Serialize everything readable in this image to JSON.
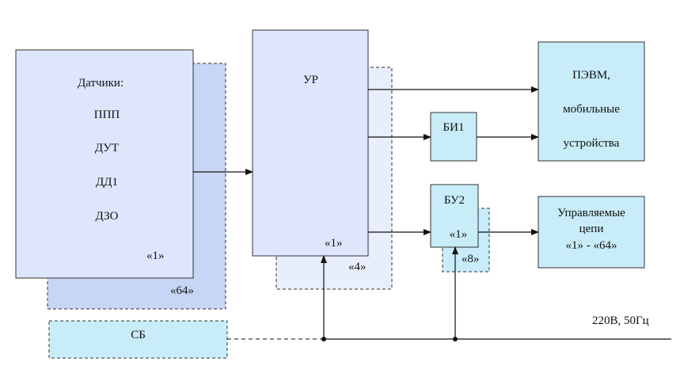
{
  "sensors": {
    "title": "Датчики:",
    "items": [
      "ППП",
      "ДУТ",
      "ДД1",
      "ДЗО"
    ],
    "index": "«1»",
    "count": "«64»"
  },
  "ur": {
    "title": "УР",
    "index": "«1»",
    "count": "«4»"
  },
  "bi1": {
    "title": "БИ1"
  },
  "bu2": {
    "title": "БУ2",
    "index": "«1»",
    "count": "«8»"
  },
  "pc": {
    "line1": "ПЭВМ,",
    "line2": "мобильные",
    "line3": "устройства"
  },
  "controlled": {
    "line1": "Управляемые",
    "line2": "цепи",
    "line3": "«1» - «64»"
  },
  "sb": {
    "title": "СБ"
  },
  "power": {
    "label": "220В, 50Гц"
  },
  "colors": {
    "box_fill": "#dde6fb",
    "shadow_fill": "#c7d6f5",
    "light_blue": "#c8ecf8",
    "shadow_light": "#e8eefb",
    "stroke": "#333333"
  }
}
